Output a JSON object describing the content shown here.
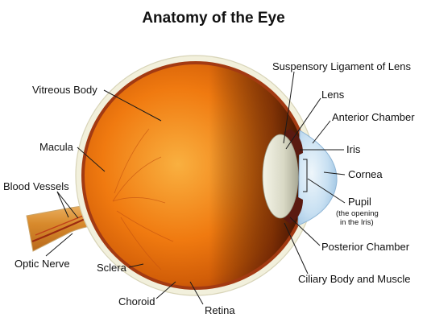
{
  "title": "Anatomy of the Eye",
  "labels": {
    "suspensory_ligament": "Suspensory Ligament of Lens",
    "lens": "Lens",
    "anterior_chamber": "Anterior Chamber",
    "iris": "Iris",
    "cornea": "Cornea",
    "pupil": "Pupil",
    "pupil_note_line1": "(the opening",
    "pupil_note_line2": "in the Iris)",
    "posterior_chamber": "Posterior Chamber",
    "ciliary_body": "Ciliary Body and Muscle",
    "vitreous_body": "Vitreous Body",
    "macula": "Macula",
    "blood_vessels": "Blood Vessels",
    "optic_nerve": "Optic Nerve",
    "sclera": "Sclera",
    "choroid": "Choroid",
    "retina": "Retina"
  },
  "colors": {
    "vitreous": "#f07a10",
    "vitreous_light": "#f9b040",
    "choroid": "#5a1808",
    "sclera": "#f2f0dc",
    "cornea": "#bcd8ee",
    "lens": "#dcdcc8",
    "iris": "#5a1a10",
    "nerve": "#d4862a"
  }
}
